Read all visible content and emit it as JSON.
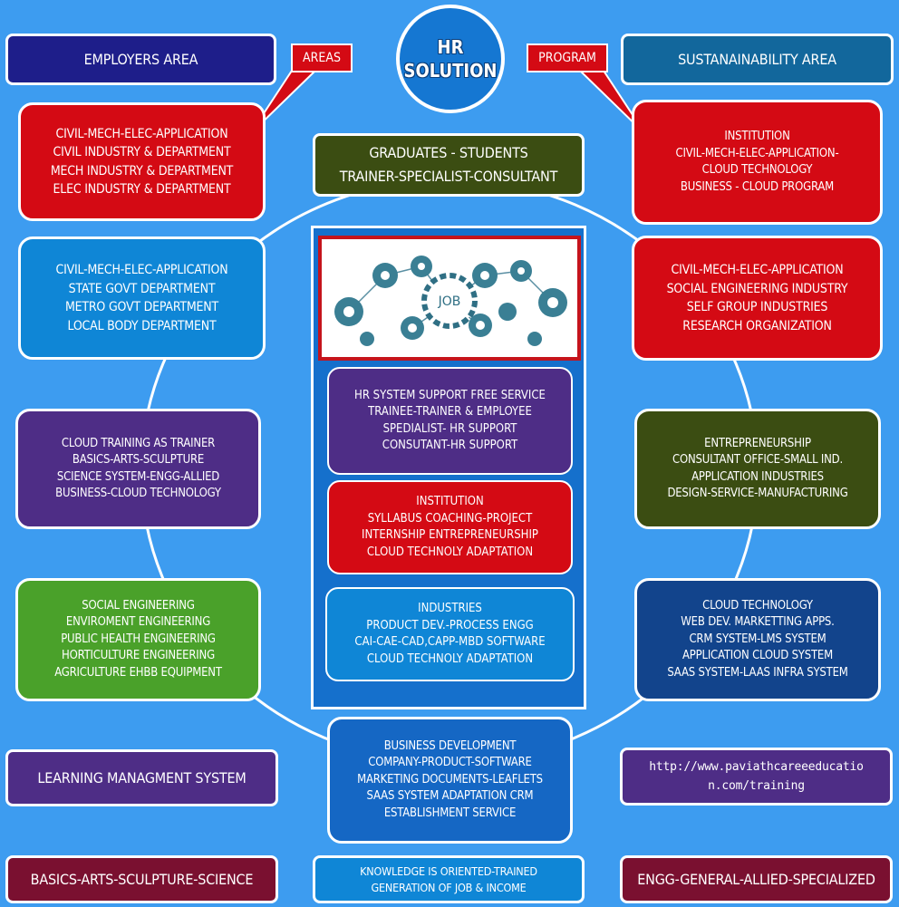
{
  "center": {
    "line1": "HR",
    "line2": "SOLUTION"
  },
  "callouts": {
    "left": "AREAS",
    "right": "PROGRAM"
  },
  "headers": {
    "left": "EMPLOYERS AREA",
    "right": "SUSTANAINABILITY AREA",
    "top_center": [
      "GRADUATES - STUDENTS",
      "TRAINER-SPECIALIST-CONSULTANT"
    ]
  },
  "left_boxes": [
    [
      "CIVIL-MECH-ELEC-APPLICATION",
      "CIVIL INDUSTRY & DEPARTMENT",
      "MECH INDUSTRY & DEPARTMENT",
      "ELEC INDUSTRY & DEPARTMENT"
    ],
    [
      "CIVIL-MECH-ELEC-APPLICATION",
      "STATE GOVT DEPARTMENT",
      "METRO GOVT DEPARTMENT",
      "LOCAL BODY DEPARTMENT"
    ],
    [
      "CLOUD TRAINING AS TRAINER",
      "BASICS-ARTS-SCULPTURE",
      "SCIENCE SYSTEM-ENGG-ALLIED",
      "BUSINESS-CLOUD TECHNOLOGY"
    ],
    [
      "SOCIAL ENGINEERING",
      "ENVIROMENT ENGINEERING",
      "PUBLIC HEALTH ENGINEERING",
      "HORTICULTURE ENGINEERING",
      "AGRICULTURE EHBB EQUIPMENT"
    ]
  ],
  "right_boxes": [
    [
      "INSTITUTION",
      "CIVIL-MECH-ELEC-APPLICATION-",
      "CLOUD TECHNOLOGY",
      "BUSINESS - CLOUD PROGRAM"
    ],
    [
      "CIVIL-MECH-ELEC-APPLICATION",
      "SOCIAL ENGINEERING INDUSTRY",
      "SELF GROUP INDUSTRIES",
      "RESEARCH ORGANIZATION"
    ],
    [
      "ENTREPRENEURSHIP",
      "CONSULTANT OFFICE-SMALL IND.",
      "APPLICATION INDUSTRIES",
      "DESIGN-SERVICE-MANUFACTURING"
    ],
    [
      "CLOUD TECHNOLOGY",
      "WEB DEV. MARKETTING APPS.",
      "CRM SYSTEM-LMS SYSTEM",
      "APPLICATION CLOUD SYSTEM",
      "SAAS SYSTEM-LAAS INFRA SYSTEM"
    ]
  ],
  "center_panel": {
    "image_label": "JOB",
    "hr_system": [
      "HR SYSTEM SUPPORT FREE SERVICE",
      "TRAINEE-TRAINER & EMPLOYEE",
      "SPEDIALIST- HR SUPPORT",
      "CONSUTANT-HR SUPPORT"
    ],
    "institution": [
      "INSTITUTION",
      "SYLLABUS COACHING-PROJECT",
      "INTERNSHIP ENTREPRENEURSHIP",
      "CLOUD TECHNOLY ADAPTATION"
    ],
    "industries": [
      "INDUSTRIES",
      "PRODUCT DEV.-PROCESS ENGG",
      "CAI-CAE-CAD,CAPP-MBD SOFTWARE",
      "CLOUD TECHNOLY ADAPTATION"
    ]
  },
  "business": [
    "BUSINESS DEVELOPMENT",
    "COMPANY-PRODUCT-SOFTWARE",
    "MARKETING DOCUMENTS-LEAFLETS",
    "SAAS SYSTEM ADAPTATION CRM",
    "ESTABLISHMENT SERVICE"
  ],
  "lms": "LEARNING MANAGMENT SYSTEM",
  "url": [
    "http://www.paviathcareeeducatio",
    "n.com/training"
  ],
  "bottom": {
    "left": "BASICS-ARTS-SCULPTURE-SCIENCE",
    "center": [
      "KNOWLEDGE IS ORIENTED-TRAINED",
      "GENERATION OF JOB & INCOME"
    ],
    "right": "ENGG-GENERAL-ALLIED-SPECIALIZED"
  },
  "colors": {
    "background": "#3d9cf0",
    "red": "#d40a14",
    "navy": "#1e1e8a",
    "olive": "#3b4d12",
    "purple": "#4e2d86",
    "green": "#4aa12a",
    "maroon": "#7a1030",
    "teal": "#12679c"
  }
}
